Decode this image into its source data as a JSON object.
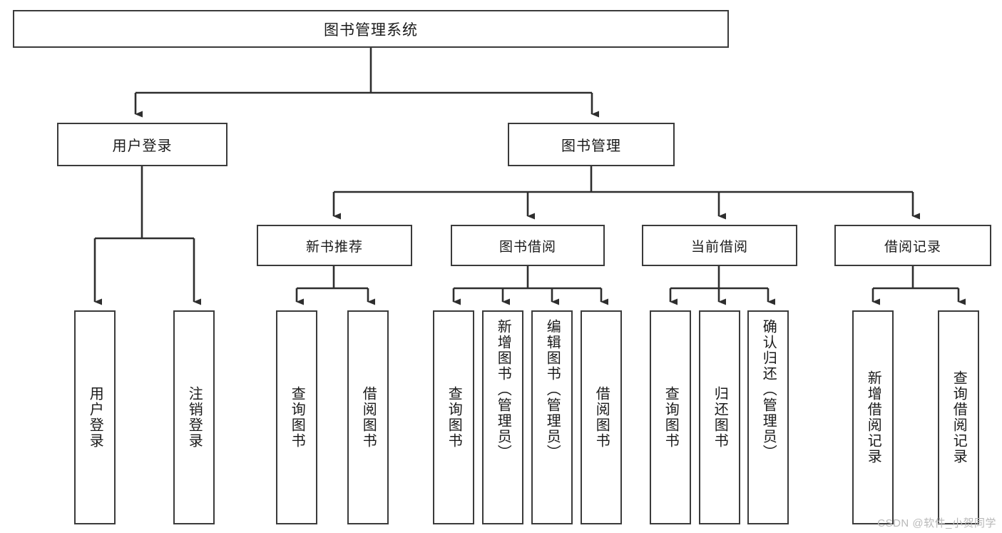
{
  "diagram": {
    "title": "图书管理系统",
    "type": "hierarchy-tree",
    "watermark": "CSDN @软件_小贺同学",
    "colors": {
      "box_border": "#3b3b3b",
      "box_fill": "#ffffff",
      "connector": "#2e2e2e",
      "text": "#1a1a1a",
      "watermark": "#b9b9b9",
      "background": "#ffffff"
    },
    "root": {
      "label": "图书管理系统"
    },
    "level1": [
      {
        "label": "用户登录"
      },
      {
        "label": "图书管理"
      }
    ],
    "level2": [
      {
        "label": "新书推荐"
      },
      {
        "label": "图书借阅"
      },
      {
        "label": "当前借阅"
      },
      {
        "label": "借阅记录"
      }
    ],
    "leaves": {
      "user_login": [
        {
          "label": "用户登录"
        },
        {
          "label": "注销登录"
        }
      ],
      "new_book_recommend": [
        {
          "label": "查询图书"
        },
        {
          "label": "借阅图书"
        }
      ],
      "book_borrow": [
        {
          "label": "查询图书"
        },
        {
          "label": "新增图书（管理员）"
        },
        {
          "label": "编辑图书（管理员）"
        },
        {
          "label": "借阅图书"
        }
      ],
      "current_borrow": [
        {
          "label": "查询图书"
        },
        {
          "label": "归还图书"
        },
        {
          "label": "确认归还（管理员）"
        }
      ],
      "borrow_record": [
        {
          "label": "新增借阅记录"
        },
        {
          "label": "查询借阅记录"
        }
      ]
    }
  }
}
